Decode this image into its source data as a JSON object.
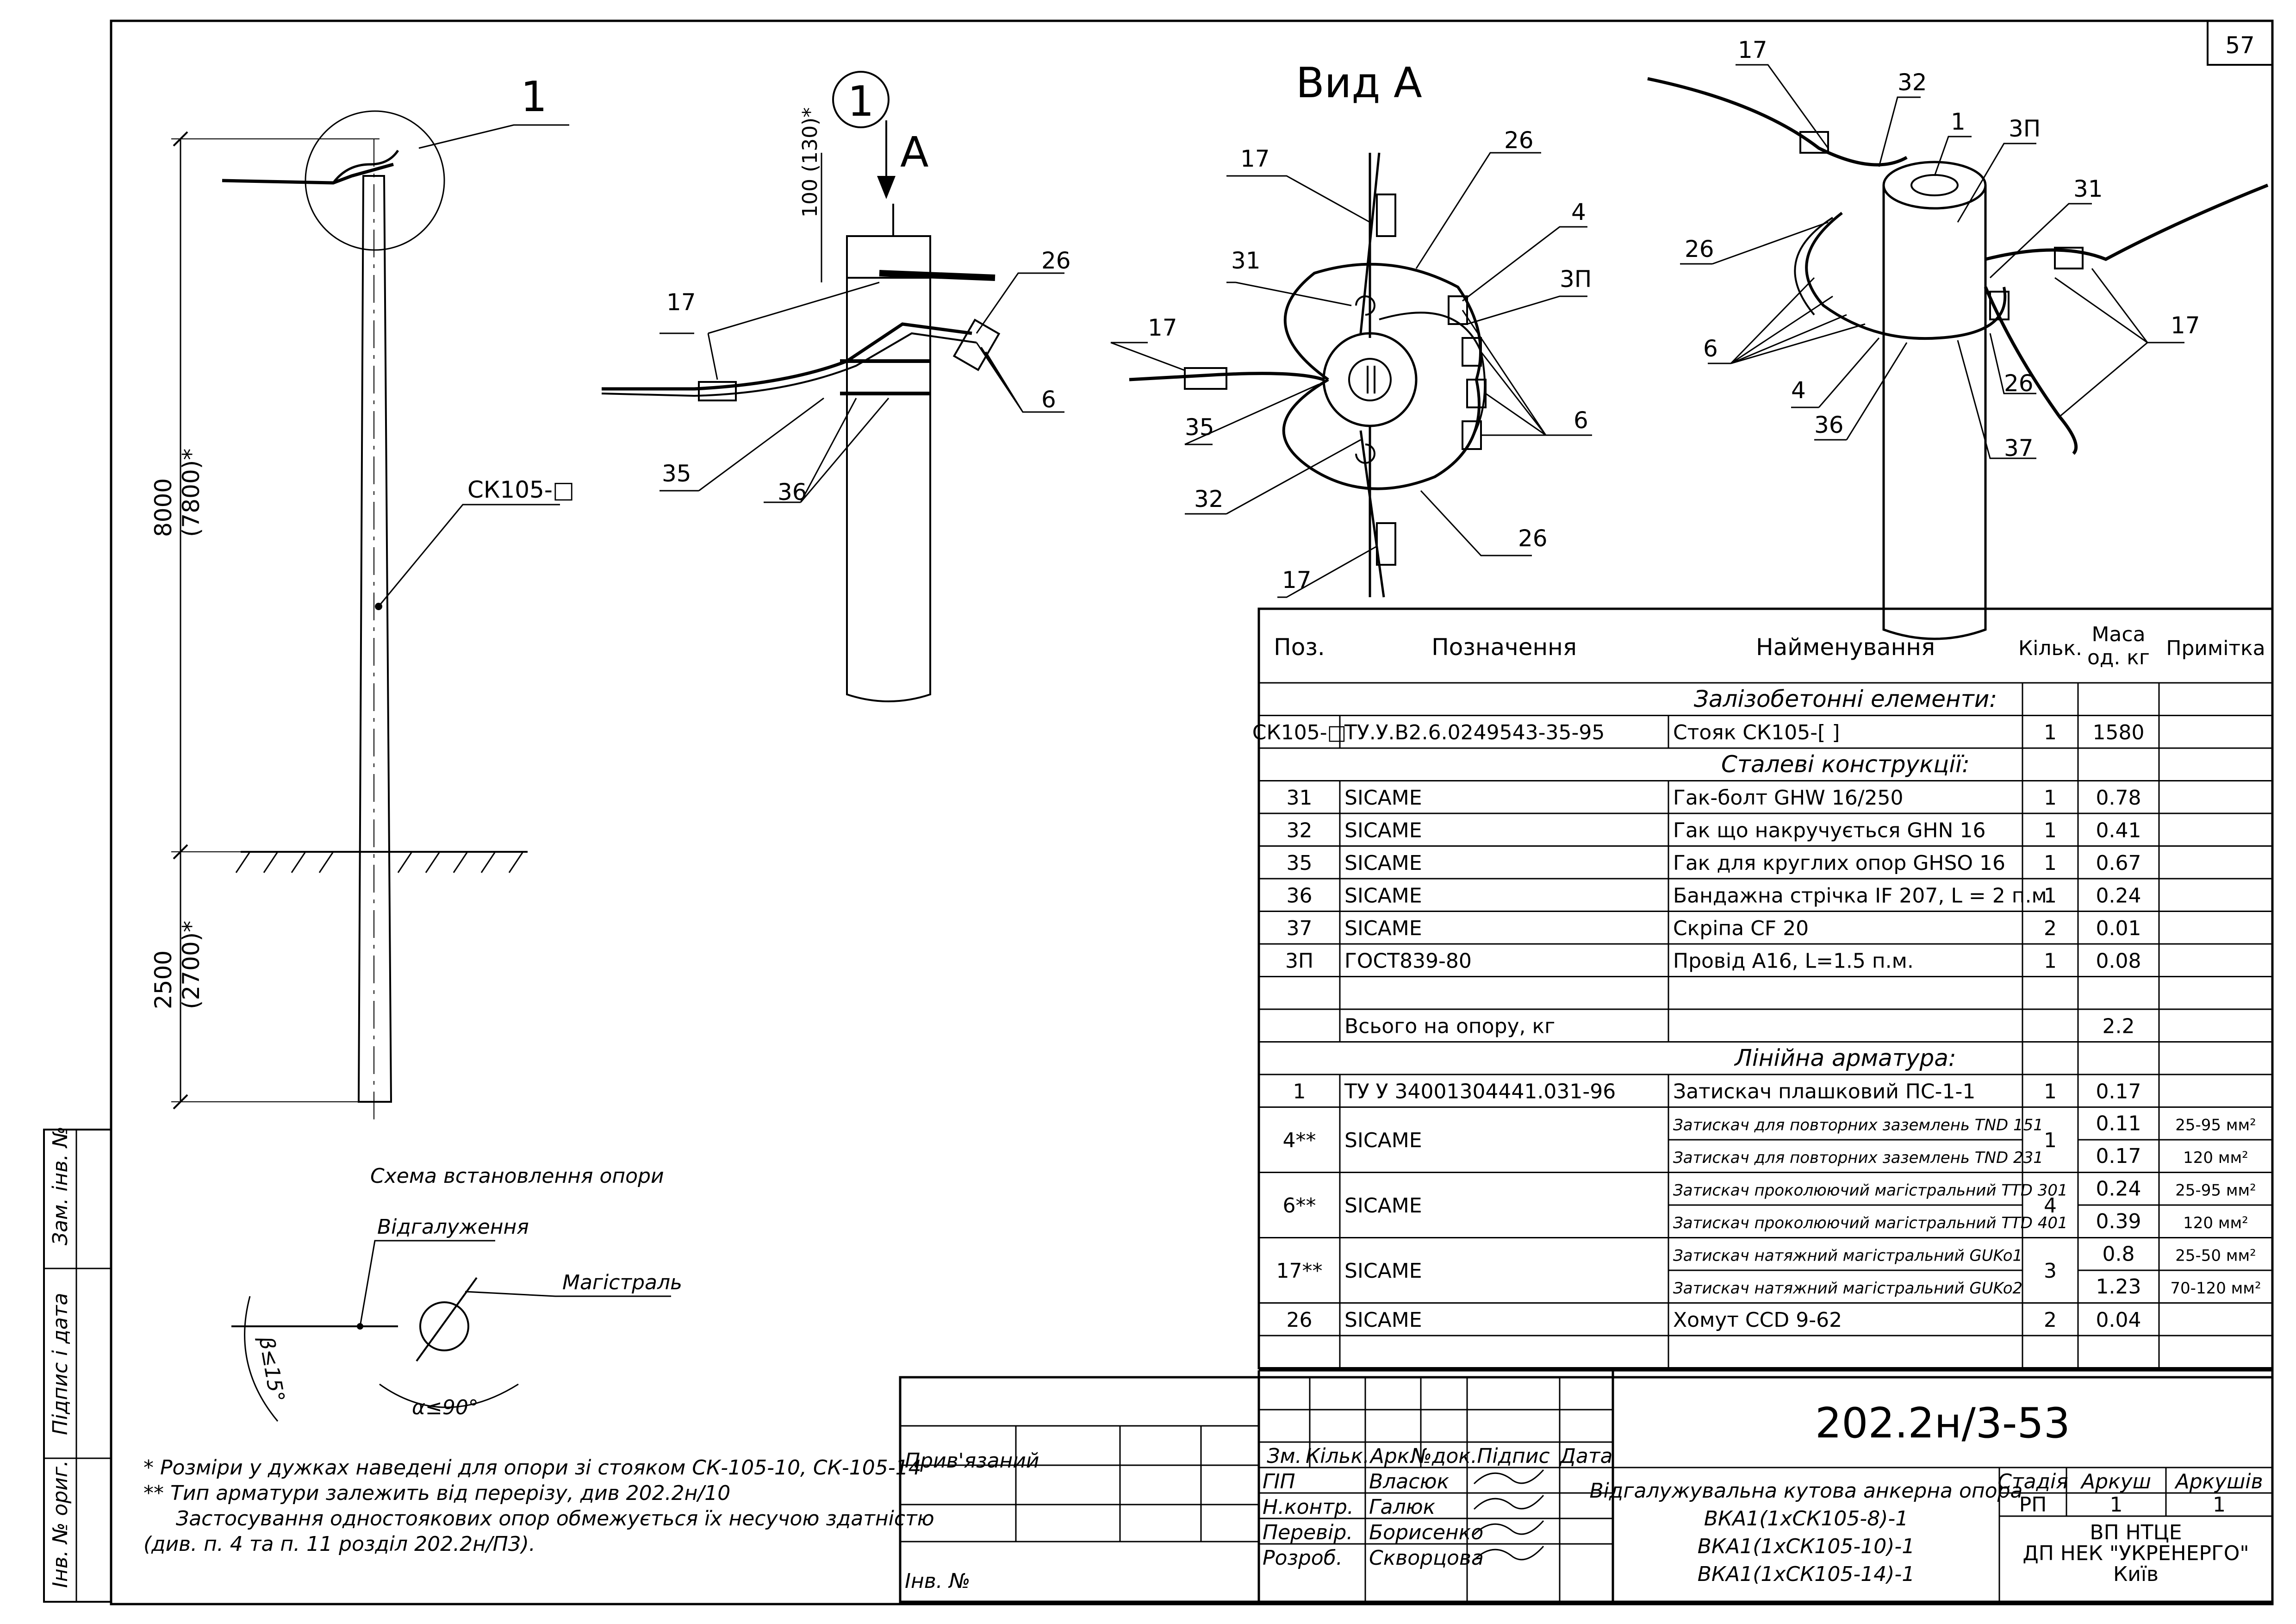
{
  "sheet_number": "57",
  "labels": {
    "view_a_title": "Вид А",
    "view_a_arrow": "А",
    "detail_callout": "1",
    "pole_mark": "СК105-□",
    "dim_height": "8000",
    "dim_height_alt": "(7800)*",
    "dim_depth": "2500",
    "dim_depth_alt": "(2700)*",
    "dim_top": "100 (130)*"
  },
  "callouts": [
    "1",
    "17",
    "35",
    "36",
    "26",
    "6",
    "31",
    "32",
    "4",
    "3П",
    "37"
  ],
  "scheme": {
    "title": "Схема встановлення опори",
    "branch_label": "Відгалуження",
    "main_label": "Магістраль",
    "beta": "β≤15°",
    "alpha": "α≤90°"
  },
  "notes": [
    "* Розміри у дужках наведені для опори зі стояком СК-105-10, СК-105-14",
    "** Тип арматури залежить від перерізу, див 202.2н/10",
    "Застосування одностоякових опор обмежується їх несучою здатністю",
    "(див. п. 4 та п. 11 розділ 202.2н/П3)."
  ],
  "side_stamps": [
    "Зам. інв. №",
    "Підпис і дата",
    "Інв. № ориг."
  ],
  "bom": {
    "headers": [
      "Поз.",
      "Позначення",
      "Найменування",
      "Кільк.",
      "Маса од. кг",
      "Примітка"
    ],
    "rows": [
      {
        "section": "Залізобетонні елементи:"
      },
      {
        "pos": "СК105-□",
        "des": "ТУ.У.В2.6.0249543-35-95",
        "name": "Стояк СК105-[      ]",
        "qty": "1",
        "mass": "1580",
        "note": ""
      },
      {
        "section": "Сталеві конструкції:"
      },
      {
        "pos": "31",
        "des": "SICAME",
        "name": "Гак-болт GHW 16/250",
        "qty": "1",
        "mass": "0.78",
        "note": ""
      },
      {
        "pos": "32",
        "des": "SICAME",
        "name": "Гак що накручується GHN 16",
        "qty": "1",
        "mass": "0.41",
        "note": ""
      },
      {
        "pos": "35",
        "des": "SICAME",
        "name": "Гак для круглих опор GHSO 16",
        "qty": "1",
        "mass": "0.67",
        "note": ""
      },
      {
        "pos": "36",
        "des": "SICAME",
        "name": "Бандажна стрічка IF 207, L = 2 п.м.",
        "qty": "1",
        "mass": "0.24",
        "note": ""
      },
      {
        "pos": "37",
        "des": "SICAME",
        "name": "Скріпа CF 20",
        "qty": "2",
        "mass": "0.01",
        "note": ""
      },
      {
        "pos": "3П",
        "des": "ГОСТ839-80",
        "name": "Провід А16, L=1.5 п.м.",
        "qty": "1",
        "mass": "0.08",
        "note": ""
      },
      {
        "blank": true
      },
      {
        "pos": "",
        "des": "Всього на опору, кг",
        "name": "",
        "qty": "",
        "mass": "2.2",
        "note": ""
      },
      {
        "section": "Лінійна арматура:"
      },
      {
        "pos": "1",
        "des": "ТУ У 34001304441.031-96",
        "name": "Затискач плашковий ПС-1-1",
        "qty": "1",
        "mass": "0.17",
        "note": ""
      },
      {
        "pos": "4**",
        "des": "SICAME",
        "qty": "1",
        "sub": [
          {
            "name": "Затискач для повторних заземлень TND 151",
            "mass": "0.11",
            "note": "25-95 мм²"
          },
          {
            "name": "Затискач для повторних заземлень TND 231",
            "mass": "0.17",
            "note": "120 мм²"
          }
        ]
      },
      {
        "pos": "6**",
        "des": "SICAME",
        "qty": "4",
        "sub": [
          {
            "name": "Затискач проколюючий магістральний TTD 301",
            "mass": "0.24",
            "note": "25-95 мм²"
          },
          {
            "name": "Затискач проколюючий магістральний TTD 401",
            "mass": "0.39",
            "note": "120 мм²"
          }
        ]
      },
      {
        "pos": "17**",
        "des": "SICAME",
        "qty": "3",
        "sub": [
          {
            "name": "Затискач натяжний магістральний GUKo1",
            "mass": "0.8",
            "note": "25-50 мм²"
          },
          {
            "name": "Затискач натяжний магістральний GUKo2",
            "mass": "1.23",
            "note": "70-120 мм²"
          }
        ]
      },
      {
        "pos": "26",
        "des": "SICAME",
        "name": "Хомут CCD 9-62",
        "qty": "2",
        "mass": "0.04",
        "note": ""
      },
      {
        "blank": true
      }
    ]
  },
  "title_block": {
    "doc_code": "202.2н/3-53",
    "attached": "Прив'язаний",
    "inv_no": "Інв. №",
    "header_cols": [
      "Зм.",
      "Кільк.",
      "Арк.",
      "№док.",
      "Підпис",
      "Дата"
    ],
    "roles": [
      {
        "role": "ГІП",
        "name": "Власюк"
      },
      {
        "role": "Н.контр.",
        "name": "Галюк"
      },
      {
        "role": "Перевір.",
        "name": "Борисенко"
      },
      {
        "role": "Розроб.",
        "name": "Скворцова"
      }
    ],
    "title_lines": [
      "Відгалужувальна кутова анкерна опора",
      "ВКА1(1хСК105-8)-1",
      "ВКА1(1хСК105-10)-1",
      "ВКА1(1хСК105-14)-1"
    ],
    "stage_label": "Стадія",
    "stage": "РП",
    "sheet_label": "Аркуш",
    "sheet": "1",
    "sheets_label": "Аркушів",
    "sheets": "1",
    "org_lines": [
      "ВП НТЦЕ",
      "ДП НЕК \"УКРЕНЕРГО\"",
      "Київ"
    ]
  }
}
